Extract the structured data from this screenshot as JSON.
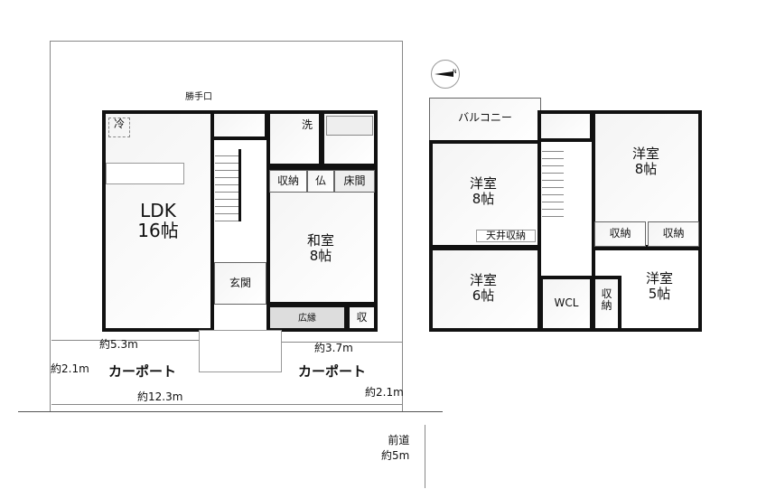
{
  "floor1": {
    "ldk": {
      "name": "LDK",
      "size": "16帖"
    },
    "fridge": "冷",
    "back_door": "勝手口",
    "washroom": "洗",
    "storage": "収納",
    "altar": "仏",
    "alcove": "床間",
    "japanese_room": {
      "name": "和室",
      "size": "8帖"
    },
    "entrance": "玄関",
    "veranda": "広縁",
    "closet": "収"
  },
  "dimensions": {
    "left_width": "約5.3m",
    "right_width": "約3.7m",
    "left_depth": "約2.1m",
    "right_depth": "約2.1m",
    "total_width": "約12.3m",
    "road_label": "前道",
    "road_width": "約5m"
  },
  "carport_left": "カーポート",
  "carport_right": "カーポート",
  "floor2": {
    "balcony": "バルコニー",
    "room_w8": {
      "name": "洋室",
      "size": "8帖"
    },
    "attic_storage": "天井収納",
    "room_e8": {
      "name": "洋室",
      "size": "8帖"
    },
    "storage_a": "収納",
    "storage_b": "収納",
    "room_6": {
      "name": "洋室",
      "size": "6帖"
    },
    "wcl": "WCL",
    "storage_c": "収\n納",
    "room_5": {
      "name": "洋室",
      "size": "5帖"
    }
  },
  "compass": "N"
}
